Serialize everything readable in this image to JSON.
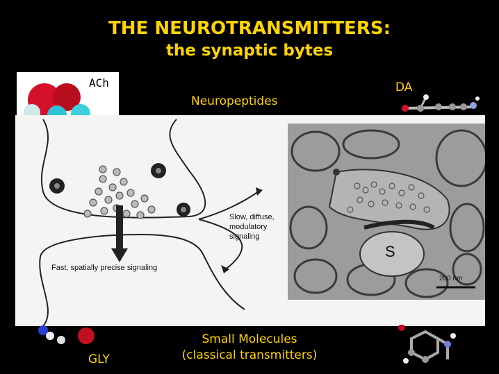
{
  "title": "THE NEUROTRANSMITTERS:",
  "subtitle": "the synaptic bytes",
  "labels": {
    "ach": "ACh",
    "neuropeptides": "Neuropeptides",
    "da": "DA",
    "gly": "GLY",
    "small_molecules_line1": "Small Molecules",
    "small_molecules_line2": "(classical transmitters)"
  },
  "diagram": {
    "slow_line1": "Slow, diffuse,",
    "slow_line2": "modulatory",
    "slow_line3": "signaling",
    "fast": "Fast, spatially precise signaling",
    "micrograph_label": "S",
    "scale_bar": "200 nm"
  },
  "colors": {
    "background": "#000000",
    "title": "#ffd400"
  }
}
